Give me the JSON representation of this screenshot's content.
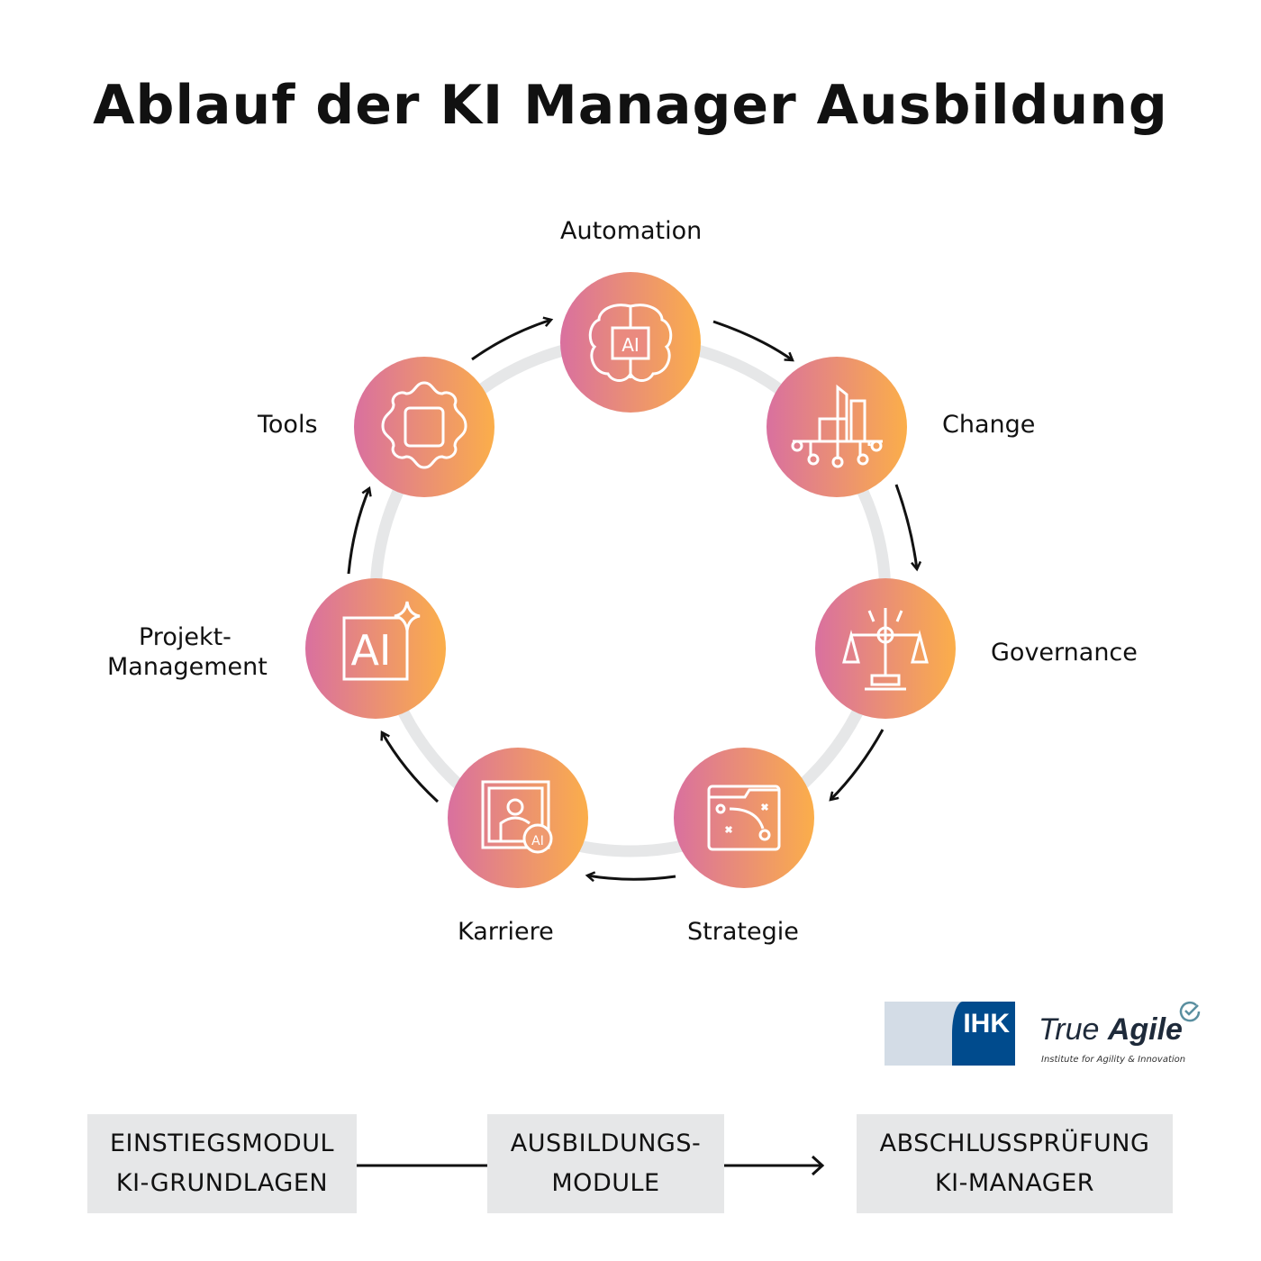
{
  "title": "Ablauf der KI Manager Ausbildung",
  "steps": [
    {
      "label": "Automation",
      "icon": "brain-ai-icon"
    },
    {
      "label": "Change",
      "icon": "building-circuit-icon"
    },
    {
      "label": "Governance",
      "icon": "scales-icon"
    },
    {
      "label": "Strategie",
      "icon": "strategy-board-icon"
    },
    {
      "label": "Karriere",
      "icon": "presenter-ai-gear-icon"
    },
    {
      "label": "Projekt-\nManagement",
      "label1": "Projekt-",
      "label2": "Management",
      "icon": "ai-sparkle-icon"
    },
    {
      "label": "Tools",
      "icon": "chip-gear-icon"
    }
  ],
  "flow": [
    {
      "line1": "EINSTIEGSMODUL",
      "line2": "KI-GRUNDLAGEN"
    },
    {
      "line1": "AUSBILDUNGS-",
      "line2": "MODULE"
    },
    {
      "line1": "ABSCHLUSSPRÜFUNG",
      "line2": "KI-MANAGER"
    }
  ],
  "logos": {
    "ihk": "IHK",
    "trueagile_1": "True",
    "trueagile_2": "Agile",
    "trueagile_sub": "Institute for Agility & Innovation"
  },
  "colors": {
    "gradient_start": "#d9709f",
    "gradient_end": "#fbae4a",
    "ring": "#e6e7e8",
    "box": "#e6e7e8",
    "ihk_blue": "#004b8d"
  }
}
